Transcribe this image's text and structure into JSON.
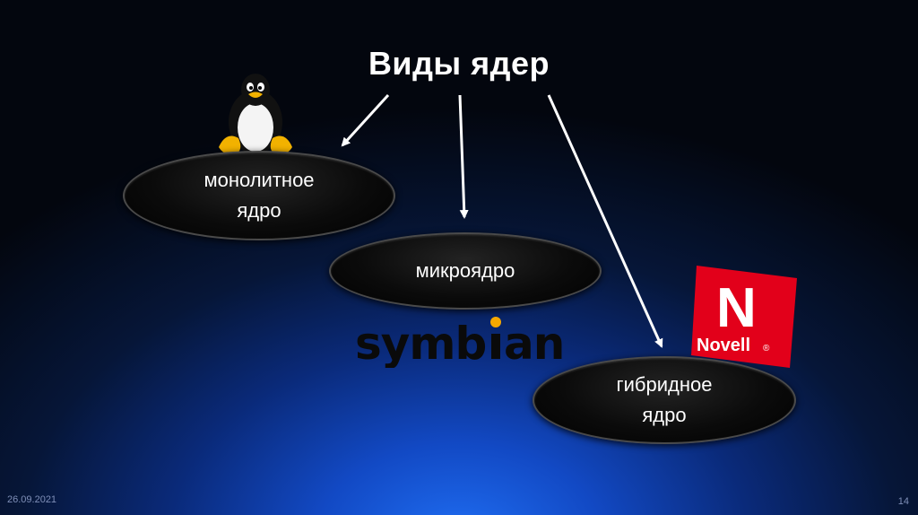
{
  "title": "Виды ядер",
  "nodes": [
    {
      "label_line1": "монолитное",
      "label_line2": "ядро"
    },
    {
      "label_line1": "микроядро"
    },
    {
      "label_line1": "гибридное",
      "label_line2": "ядро"
    }
  ],
  "logos": {
    "linux": "tux-penguin",
    "symbian": "symbian",
    "novell": {
      "letter": "N",
      "word": "Novell",
      "mark": "®"
    }
  },
  "footer": {
    "date": "26.09.2021",
    "page": "14"
  },
  "colors": {
    "arrow": "#ffffff",
    "novell_red": "#e2001a",
    "symbian_dot": "#f5a800",
    "node_fill": "#000000"
  }
}
